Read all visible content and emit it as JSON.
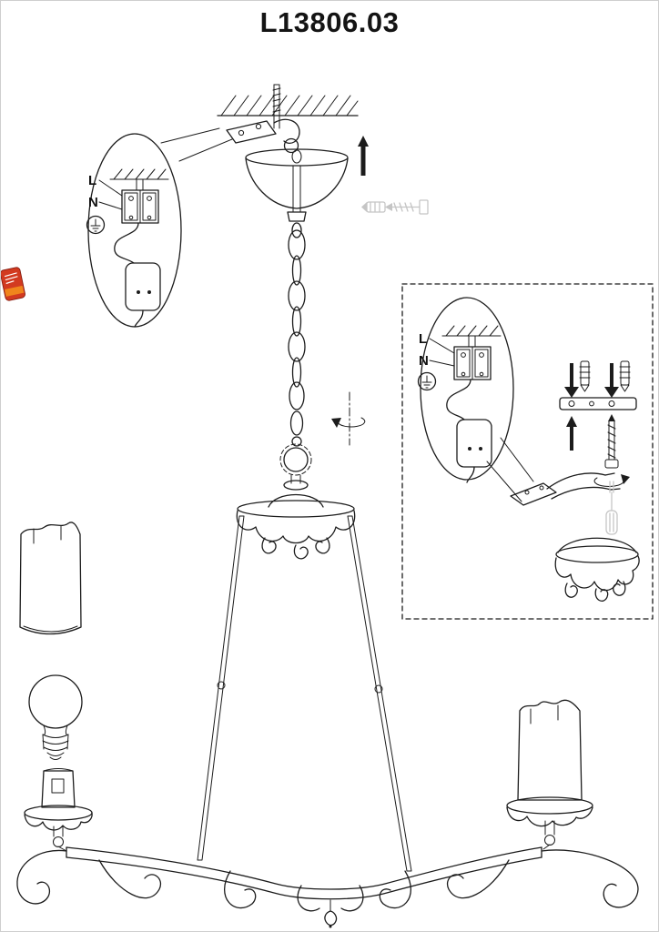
{
  "page": {
    "title": "L13806.03"
  },
  "callout_left": {
    "line_label": "L",
    "neutral_label": "N",
    "ground_icon": "earth-ground-icon"
  },
  "callout_inset": {
    "line_label": "L",
    "neutral_label": "N",
    "ground_icon": "earth-ground-icon"
  },
  "icons": {
    "up_arrow": "up-arrow-icon",
    "down_arrow": "down-arrow-icon",
    "rotation_arrow": "rotation-arrow-icon",
    "screw": "screw-icon",
    "wall_plug": "wall-plug-icon",
    "screwdriver": "screwdriver-icon",
    "earth_ground": "earth-ground-icon",
    "brand_sticker": "brand-sticker"
  },
  "colors": {
    "line": "#1c1c1c",
    "faint": "#c5c5c5",
    "background": "#ffffff",
    "border": "#cfcfcf",
    "sticker_red": "#d23a20",
    "sticker_orange": "#f0851c",
    "sticker_white": "#ffffff"
  }
}
